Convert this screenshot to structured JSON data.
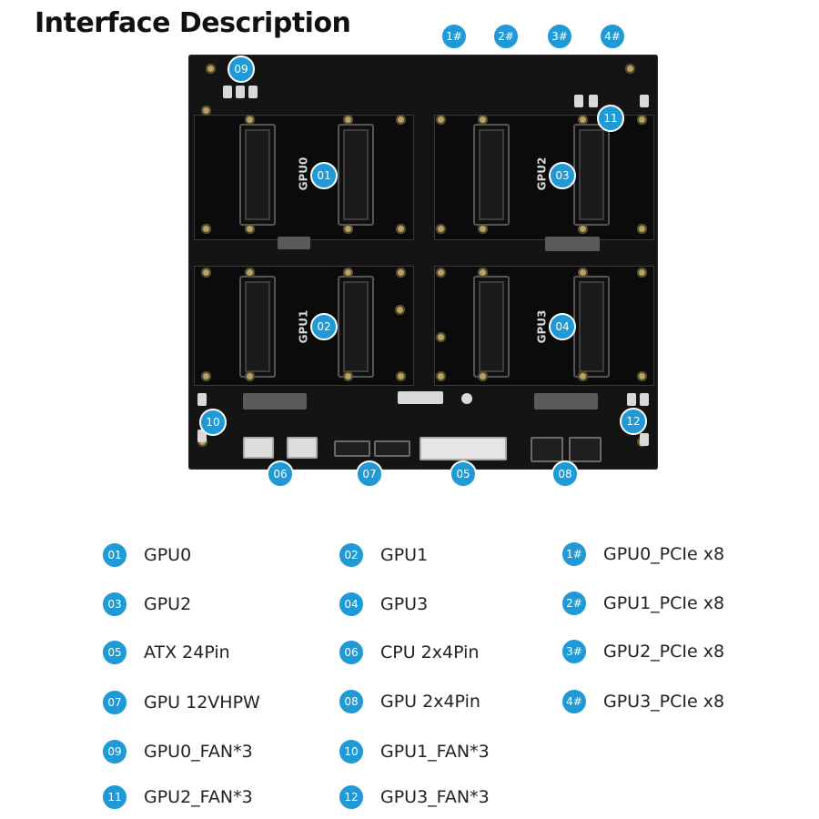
{
  "title": "Interface Description",
  "board": {
    "gpu_labels": [
      "GPU0",
      "GPU2",
      "GPU1",
      "GPU3"
    ],
    "badges_on_board": [
      "09",
      "11",
      "01",
      "03",
      "02",
      "04",
      "10",
      "12"
    ],
    "badges_bottom": [
      "06",
      "07",
      "05",
      "08"
    ],
    "badges_top": [
      "1#",
      "2#",
      "3#",
      "4#"
    ]
  },
  "legend": [
    {
      "badge": "01",
      "label": "GPU0"
    },
    {
      "badge": "02",
      "label": "GPU1"
    },
    {
      "badge": "1#",
      "label": "GPU0_PCIe x8"
    },
    {
      "badge": "03",
      "label": "GPU2"
    },
    {
      "badge": "04",
      "label": "GPU3"
    },
    {
      "badge": "2#",
      "label": "GPU1_PCIe x8"
    },
    {
      "badge": "05",
      "label": "ATX 24Pin"
    },
    {
      "badge": "06",
      "label": "CPU 2x4Pin"
    },
    {
      "badge": "3#",
      "label": "GPU2_PCIe x8"
    },
    {
      "badge": "07",
      "label": "GPU 12VHPW"
    },
    {
      "badge": "08",
      "label": "GPU 2x4Pin"
    },
    {
      "badge": "4#",
      "label": "GPU3_PCIe x8"
    },
    {
      "badge": "09",
      "label": "GPU0_FAN*3"
    },
    {
      "badge": "10",
      "label": "GPU1_FAN*3"
    },
    {
      "badge": "11",
      "label": "GPU2_FAN*3"
    },
    {
      "badge": "12",
      "label": "GPU3_FAN*3"
    }
  ],
  "colors": {
    "badge": "#1f9ad6",
    "board": "#141414",
    "mount_hole": "#b9a264"
  }
}
